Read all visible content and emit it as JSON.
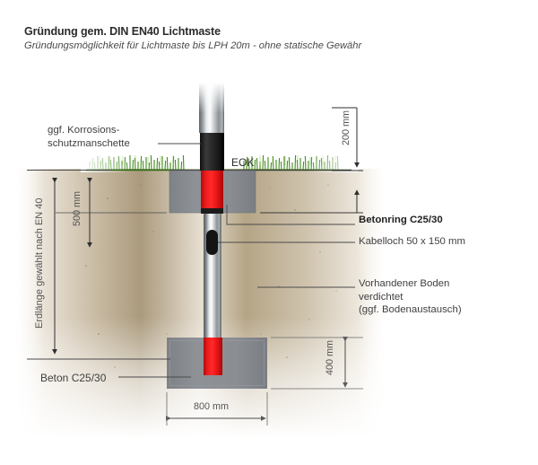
{
  "header": {
    "title": "Gründung gem. DIN EN40 Lichtmaste",
    "subtitle": "Gründungsmöglichkeit für Lichtmaste bis LPH 20m - ohne statische Gewähr"
  },
  "labels": {
    "korrosionsschutz": "ggf. Korrosions-\nschutzmanschette",
    "eok": "EOK",
    "betonring": "Betonring C25/30",
    "kabelloch": "Kabelloch 50 x 150 mm",
    "boden": "Vorhandener Boden\nverdichtet\n(ggf. Bodenaustausch)",
    "beton": "Beton C25/30"
  },
  "dimensions": {
    "top_depth": "200 mm",
    "ring_depth": "500 mm",
    "foundation_depth": "400 mm",
    "foundation_width": "800 mm",
    "burial_length": "Erdlänge gewählt nach EN 40"
  },
  "colors": {
    "pole_metal_light": "#f2f4f5",
    "pole_metal_mid": "#9aa0a4",
    "pole_metal_dark": "#6c7276",
    "collar_black": "#262626",
    "accent_red": "#ee1c1c",
    "concrete_gray": "#8b8f94",
    "soil_brown": "#a08e72",
    "soil_light": "#e8e0d2",
    "grass_green": "#4f9a2a",
    "line_dark": "#333333",
    "text_gray": "#3f3f3f"
  },
  "chart_data": {
    "type": "diagram",
    "title": "Gründung gem. DIN EN40 Lichtmaste",
    "elements": [
      {
        "name": "Lichtmast (pole)",
        "role": "vertical steel mast",
        "color": "#9aa0a4"
      },
      {
        "name": "ggf. Korrosionsschutzmanschette",
        "role": "corrosion protection sleeve",
        "color": "#262626"
      },
      {
        "name": "Betonring C25/30",
        "role": "concrete ring collar at ground level",
        "depth_mm": 500
      },
      {
        "name": "Beton C25/30",
        "role": "concrete foundation block",
        "width_mm": 800,
        "height_mm": 400
      },
      {
        "name": "Kabelloch",
        "role": "cable opening in mast",
        "size_mm": "50 x 150"
      },
      {
        "name": "Vorhandener Boden verdichtet",
        "role": "existing compacted soil"
      },
      {
        "name": "EOK",
        "role": "Erdoberkante / top of ground reference line"
      }
    ],
    "measurements": [
      {
        "label": "200 mm",
        "description": "mast projection above EOK to sleeve base"
      },
      {
        "label": "500 mm",
        "description": "depth of concrete ring below EOK"
      },
      {
        "label": "400 mm",
        "description": "height of concrete foundation block"
      },
      {
        "label": "800 mm",
        "description": "width of concrete foundation block"
      },
      {
        "label": "Erdlänge gewählt nach EN 40",
        "description": "total burial length per EN 40"
      }
    ]
  }
}
